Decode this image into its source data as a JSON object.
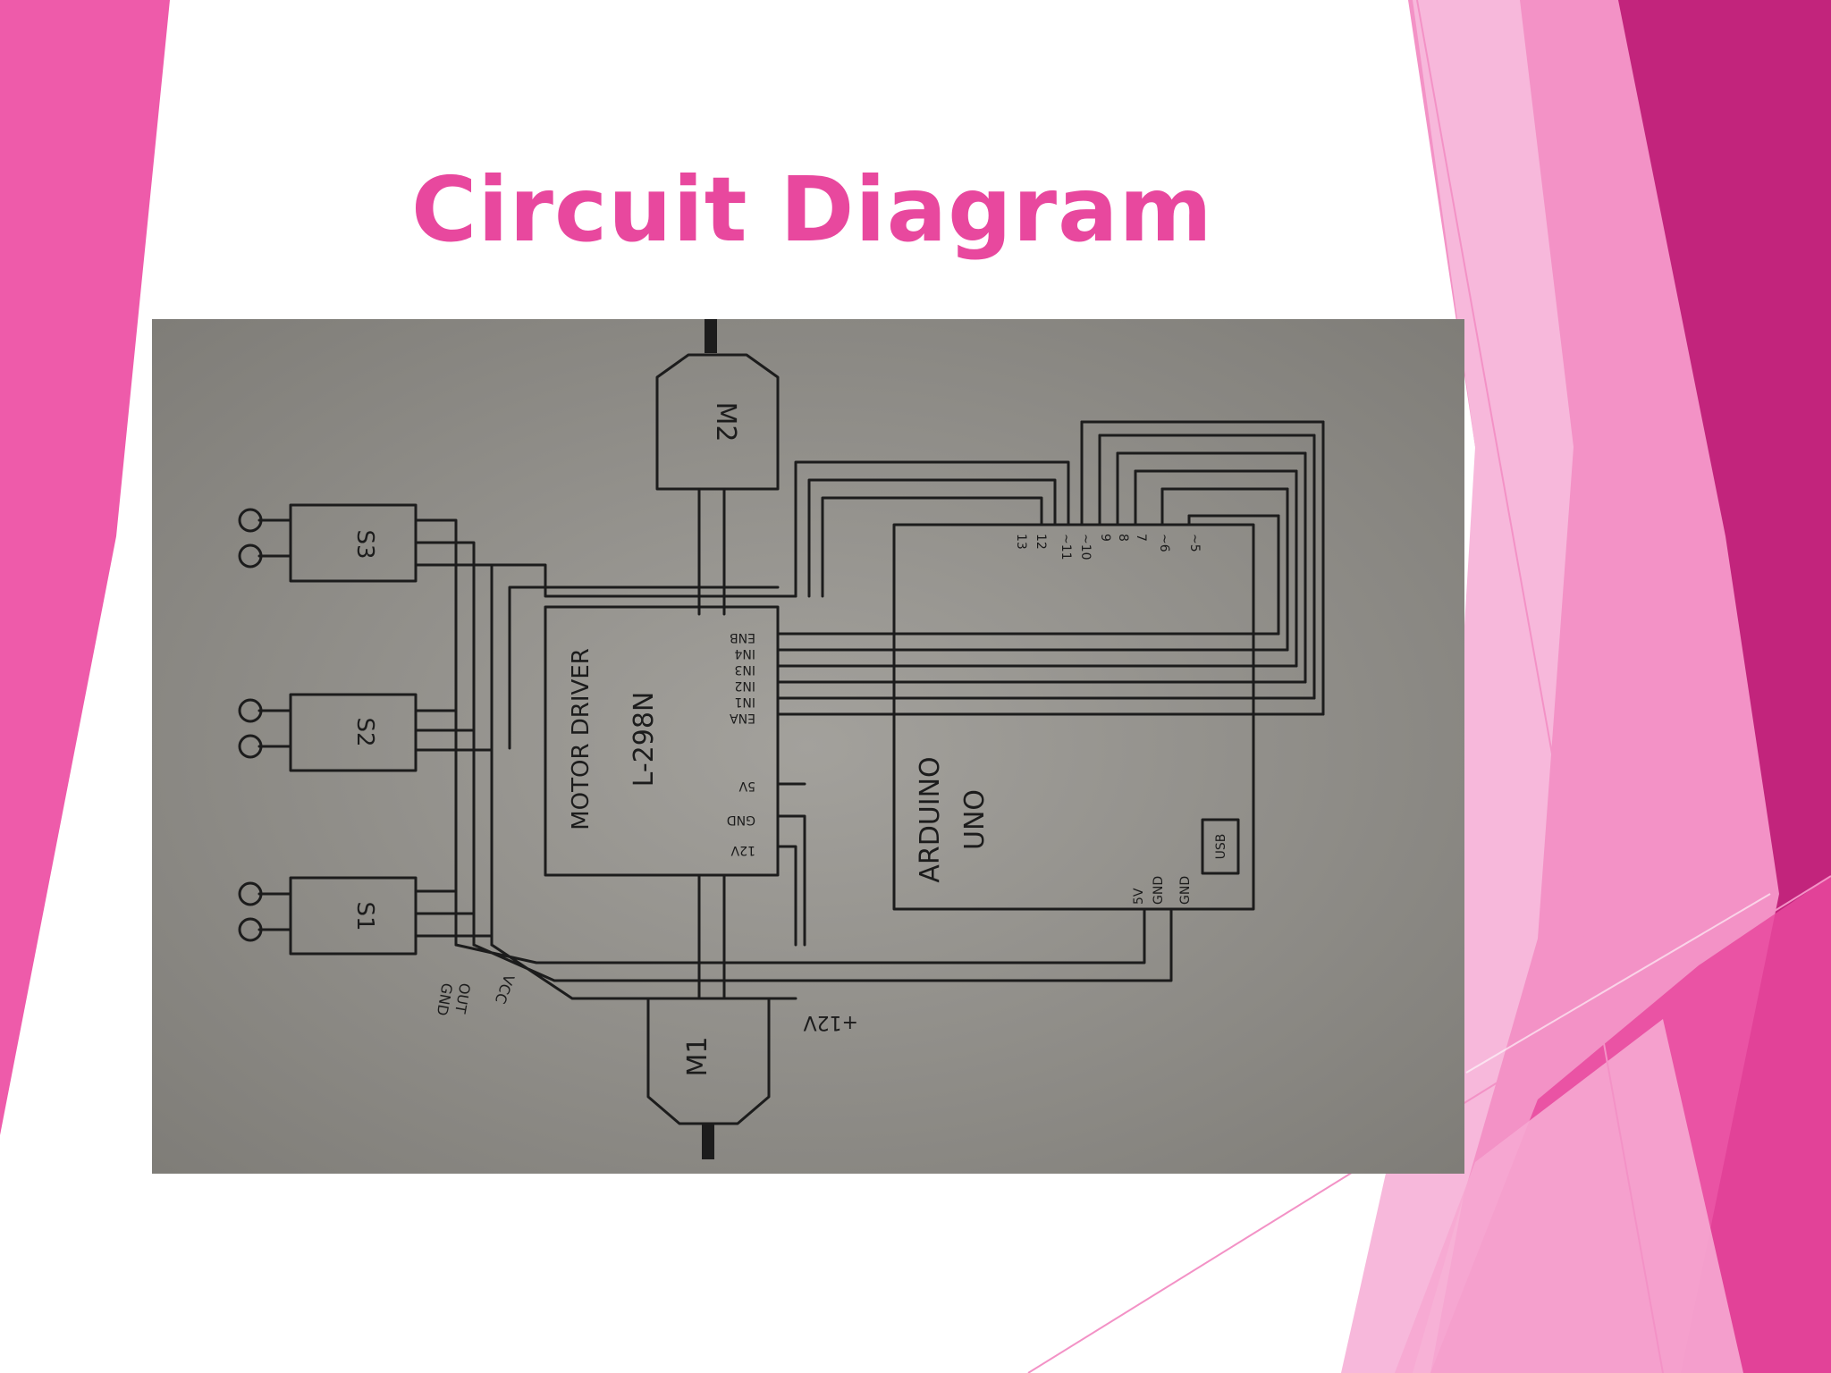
{
  "slide": {
    "title": "Circuit Diagram",
    "accent_color": "#E8489E",
    "side_colors": [
      "#EE5BAA",
      "#F392C6",
      "#C2247C",
      "#F7B8DB"
    ]
  },
  "diagram": {
    "components": {
      "motor_m2": "M2",
      "motor_m1": "M1",
      "sensor_s1": "S1",
      "sensor_s2": "S2",
      "sensor_s3": "S3",
      "driver_title": "MOTOR DRIVER",
      "driver_model": "L-298N",
      "arduino_line1": "ARDUINO",
      "arduino_line2": "UNO",
      "usb": "USB"
    },
    "driver_pins": [
      "ENB",
      "IN4",
      "IN3",
      "IN2",
      "IN1",
      "ENA",
      "5V",
      "GND",
      "12V"
    ],
    "arduino_top_pins": [
      "13",
      "12",
      "~11",
      "~10",
      "9",
      "8",
      "7",
      "~6",
      "~5"
    ],
    "arduino_power_pins": [
      "5V",
      "GND",
      "GND"
    ],
    "sensor_pins": [
      "GND",
      "OUT",
      "VCC"
    ],
    "supply_label": "+12V"
  }
}
